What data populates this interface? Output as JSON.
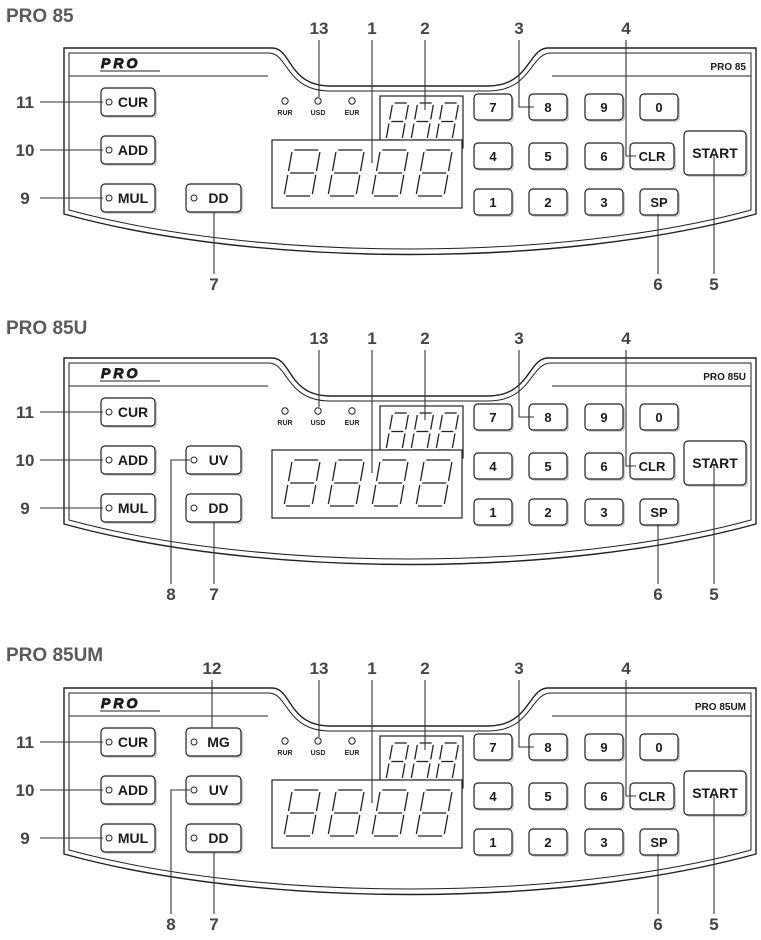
{
  "panels": [
    {
      "title": "PRO 85",
      "model": "PRO 85",
      "logo": "PRO",
      "left_buttons": [
        {
          "key": "cur",
          "label": "CUR",
          "callout": "11"
        },
        {
          "key": "add",
          "label": "ADD",
          "callout": "10"
        },
        {
          "key": "mul",
          "label": "MUL",
          "callout": "9"
        }
      ],
      "mid_buttons": [
        {
          "key": "dd",
          "label": "DD",
          "row": 2,
          "callout": "7"
        }
      ],
      "leds": [
        "RUR",
        "USD",
        "EUR"
      ],
      "keypad": [
        "7",
        "8",
        "9",
        "0",
        "4",
        "5",
        "6",
        "CLR",
        "1",
        "2",
        "3",
        "SP"
      ],
      "start_label": "START",
      "callouts_top": [
        "13",
        "1",
        "2",
        "3",
        "4"
      ],
      "callouts_bottom": [
        "7",
        "6",
        "5"
      ]
    },
    {
      "title": "PRO 85U",
      "model": "PRO 85U",
      "logo": "PRO",
      "left_buttons": [
        {
          "key": "cur",
          "label": "CUR",
          "callout": "11"
        },
        {
          "key": "add",
          "label": "ADD",
          "callout": "10"
        },
        {
          "key": "mul",
          "label": "MUL",
          "callout": "9"
        }
      ],
      "mid_buttons": [
        {
          "key": "uv",
          "label": "UV",
          "row": 1,
          "callout": "8"
        },
        {
          "key": "dd",
          "label": "DD",
          "row": 2,
          "callout": "7"
        }
      ],
      "leds": [
        "RUR",
        "USD",
        "EUR"
      ],
      "keypad": [
        "7",
        "8",
        "9",
        "0",
        "4",
        "5",
        "6",
        "CLR",
        "1",
        "2",
        "3",
        "SP"
      ],
      "start_label": "START",
      "callouts_top": [
        "13",
        "1",
        "2",
        "3",
        "4"
      ],
      "callouts_bottom": [
        "8",
        "7",
        "6",
        "5"
      ]
    },
    {
      "title": "PRO 85UM",
      "model": "PRO 85UM",
      "logo": "PRO",
      "left_buttons": [
        {
          "key": "cur",
          "label": "CUR",
          "callout": "11"
        },
        {
          "key": "add",
          "label": "ADD",
          "callout": "10"
        },
        {
          "key": "mul",
          "label": "MUL",
          "callout": "9"
        }
      ],
      "mid_buttons": [
        {
          "key": "mg",
          "label": "MG",
          "row": 0,
          "callout": "12"
        },
        {
          "key": "uv",
          "label": "UV",
          "row": 1,
          "callout": "8"
        },
        {
          "key": "dd",
          "label": "DD",
          "row": 2,
          "callout": "7"
        }
      ],
      "leds": [
        "RUR",
        "USD",
        "EUR"
      ],
      "keypad": [
        "7",
        "8",
        "9",
        "0",
        "4",
        "5",
        "6",
        "CLR",
        "1",
        "2",
        "3",
        "SP"
      ],
      "start_label": "START",
      "callouts_top": [
        "12",
        "13",
        "1",
        "2",
        "3",
        "4"
      ],
      "callouts_bottom": [
        "8",
        "7",
        "6",
        "5"
      ]
    }
  ]
}
